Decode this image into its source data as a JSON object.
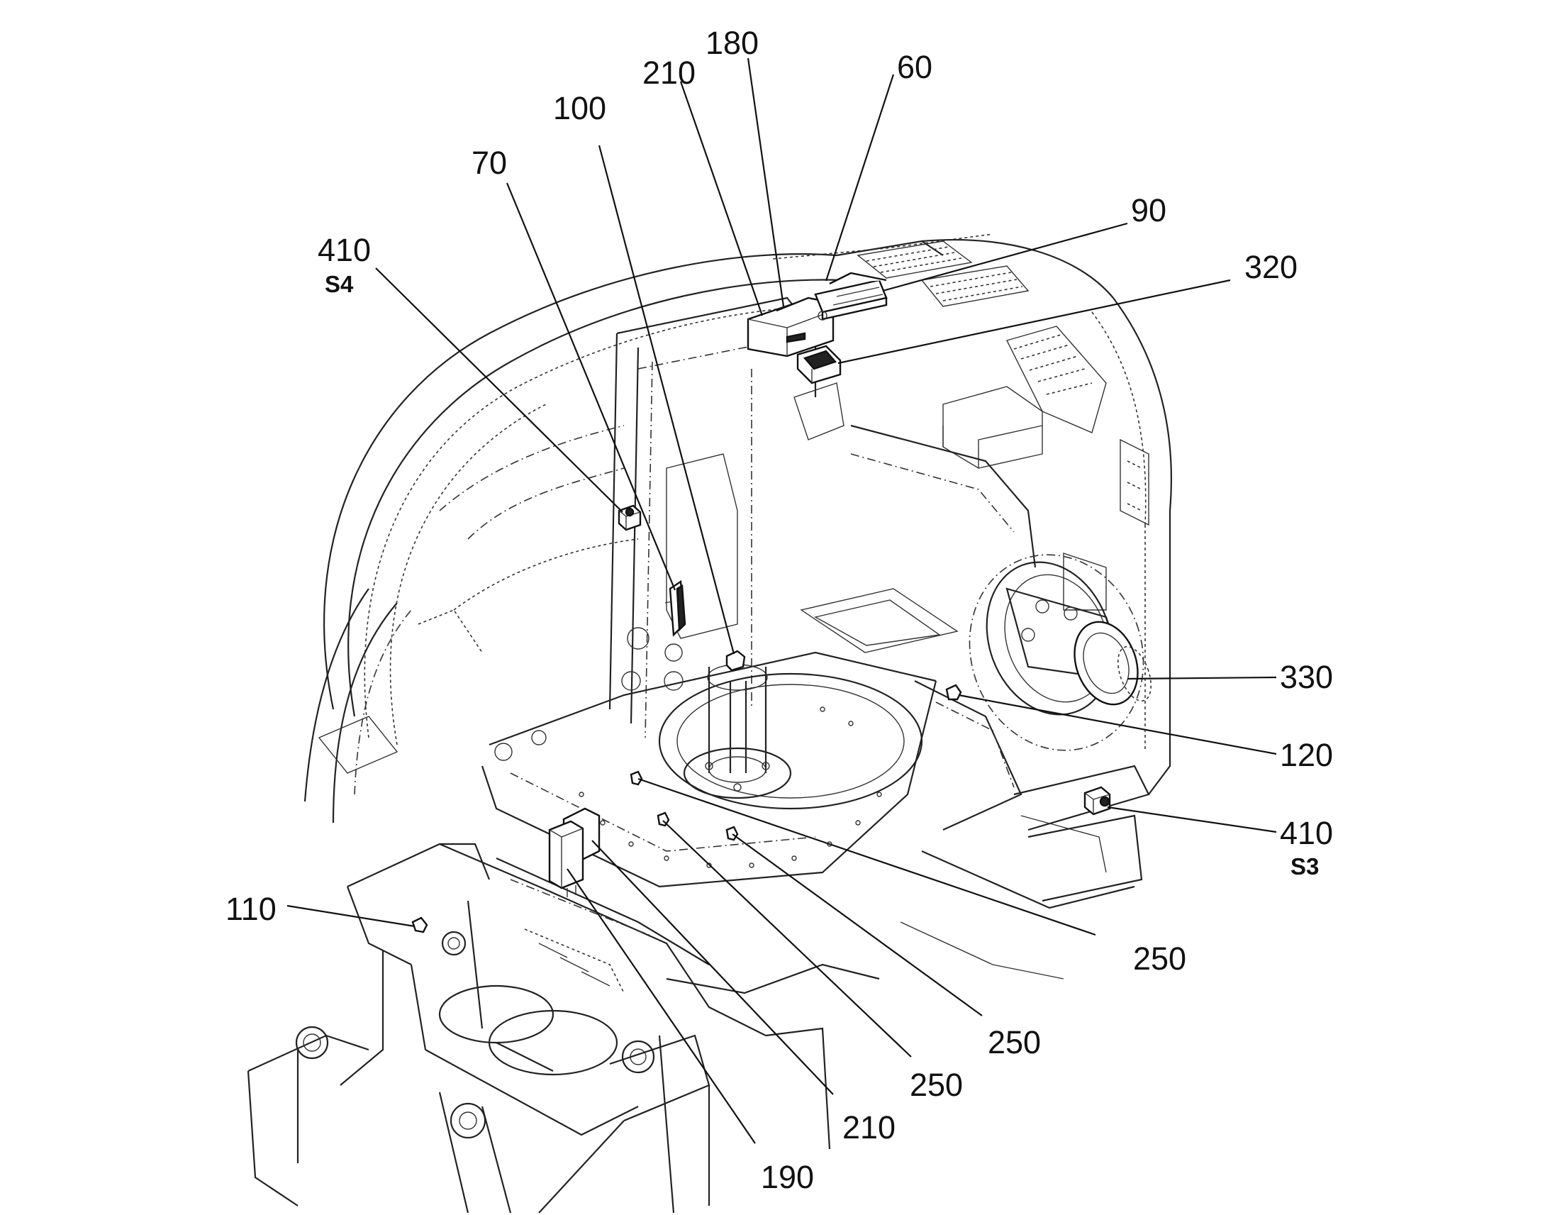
{
  "labels": {
    "l180": "180",
    "l210_top": "210",
    "l60": "60",
    "l100": "100",
    "l70": "70",
    "l90": "90",
    "l320": "320",
    "l410_s4": "410",
    "s4": "S4",
    "l330": "330",
    "l120": "120",
    "l410_s3": "410",
    "s3": "S3",
    "l110": "110",
    "l250_a": "250",
    "l250_b": "250",
    "l250_c": "250",
    "l210_bottom": "210",
    "l190": "190"
  }
}
